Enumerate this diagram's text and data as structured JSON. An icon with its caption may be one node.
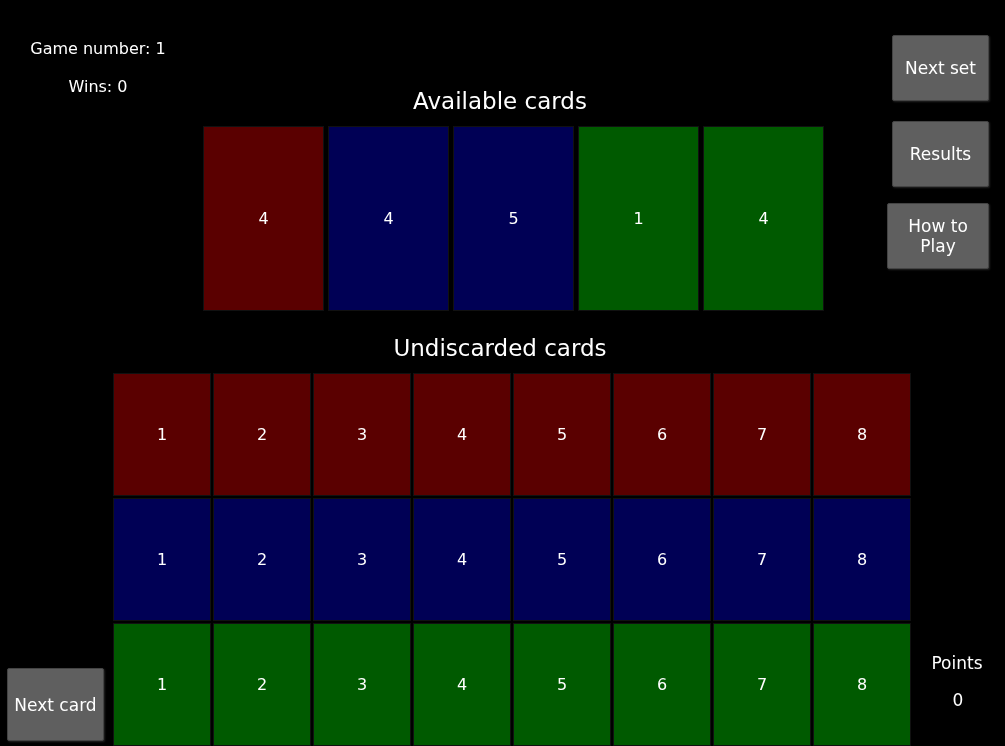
{
  "diagram": {
    "nodes": [
      {
        "text": [
          "Next set"
        ]
      },
      {
        "text": [
          "Results"
        ]
      },
      {
        "text": [
          "How to Play"
        ]
      },
      {
        "text": [
          "4"
        ]
      },
      {
        "text": [
          "4"
        ]
      },
      {
        "text": [
          "5"
        ]
      },
      {
        "text": [
          "1"
        ]
      },
      {
        "text": [
          "4"
        ]
      },
      {
        "text": [
          "1"
        ]
      },
      {
        "text": [
          "2"
        ]
      },
      {
        "text": [
          "3"
        ]
      },
      {
        "text": [
          "4"
        ]
      },
      {
        "text": [
          "5"
        ]
      },
      {
        "text": [
          "6"
        ]
      },
      {
        "text": [
          "7"
        ]
      },
      {
        "text": [
          "8"
        ]
      },
      {
        "text": [
          "1"
        ]
      },
      {
        "text": [
          "2"
        ]
      },
      {
        "text": [
          "3"
        ]
      },
      {
        "text": [
          "4"
        ]
      },
      {
        "text": [
          "5"
        ]
      },
      {
        "text": [
          "6"
        ]
      },
      {
        "text": [
          "7"
        ]
      },
      {
        "text": [
          "8"
        ]
      },
      {
        "text": [
          "1"
        ]
      },
      {
        "text": [
          "2"
        ]
      },
      {
        "text": [
          "3"
        ]
      },
      {
        "text": [
          "4"
        ]
      },
      {
        "text": [
          "5"
        ]
      },
      {
        "text": [
          "6"
        ]
      },
      {
        "text": [
          "7"
        ]
      },
      {
        "text": [
          "8"
        ]
      },
      {
        "text": [
          "Next card"
        ]
      }
    ],
    "labels": [
      "Game number: 1",
      "Wins: 0",
      "Available cards",
      "Undiscarded cards",
      "Points",
      "0"
    ]
  }
}
